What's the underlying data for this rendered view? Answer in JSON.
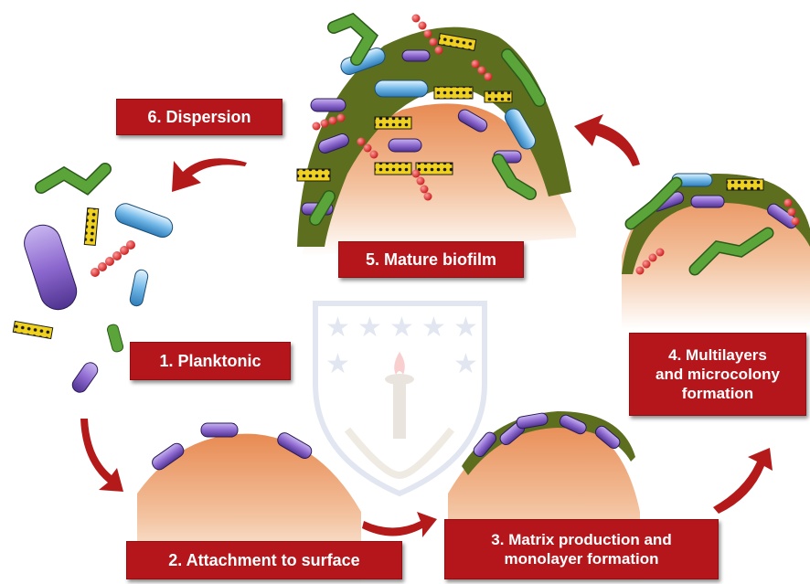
{
  "diagram": {
    "steps": [
      {
        "id": "planktonic",
        "lines": [
          "1. Planktonic"
        ]
      },
      {
        "id": "attachment",
        "lines": [
          "2. Attachment to surface"
        ]
      },
      {
        "id": "matrix",
        "lines": [
          "3. Matrix production and",
          "monolayer formation"
        ]
      },
      {
        "id": "multilayers",
        "lines": [
          "4. Multilayers",
          "and microcolony",
          "formation"
        ]
      },
      {
        "id": "mature",
        "lines": [
          "5. Mature biofilm"
        ]
      },
      {
        "id": "dispersion",
        "lines": [
          "6. Dispersion"
        ]
      }
    ]
  },
  "colors": {
    "label_bg": "#b4161b",
    "arrow": "#b51a1a",
    "surface": "#e9a57a",
    "matrix": "#5d6f1f",
    "rod_purple": "#8e6ad0",
    "rod_blue": "#72b8e8",
    "rod_green": "#5aa43a",
    "cocci_red": "#e02a2a",
    "rod_yellow": "#f0d21e",
    "watermark": "#c9d3e6"
  }
}
